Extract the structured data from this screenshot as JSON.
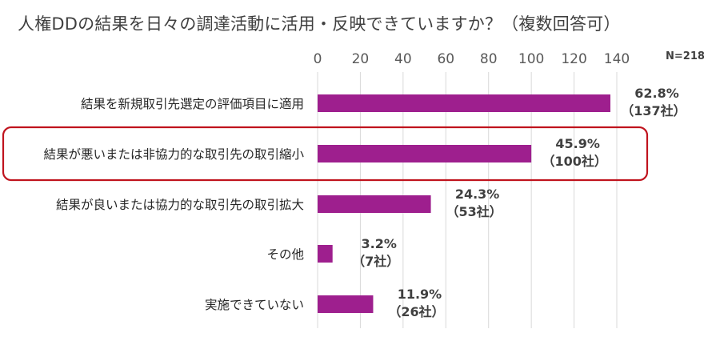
{
  "chart_data": {
    "type": "bar",
    "orientation": "horizontal",
    "title": "人権DDの結果を日々の調達活動に活用・反映できていますか？（複数回答可）",
    "sample_size_label": "N=218",
    "xlim": [
      0,
      140
    ],
    "ticks": [
      "0",
      "20",
      "40",
      "60",
      "80",
      "100",
      "120",
      "140"
    ],
    "tick_values": [
      0,
      20,
      40,
      60,
      80,
      100,
      120,
      140
    ],
    "categories": [
      "結果を新規取引先選定の評価項目に適用",
      "結果が悪いまたは非協力的な取引先の取引縮小",
      "結果が良いまたは協力的な取引先の取引拡大",
      "その他",
      "実施できていない"
    ],
    "values": [
      137,
      100,
      53,
      7,
      26
    ],
    "percent_labels": [
      "62.8%",
      "45.9%",
      "24.3%",
      "3.2%",
      "11.9%"
    ],
    "count_labels": [
      "（137社）",
      "（100社）",
      "（53社）",
      "（7社）",
      "（26社）"
    ],
    "highlighted_index": 1,
    "bar_color": "#9e1f8e",
    "highlight_color": "#c0141e",
    "grid_color": "#d9d9d9"
  }
}
